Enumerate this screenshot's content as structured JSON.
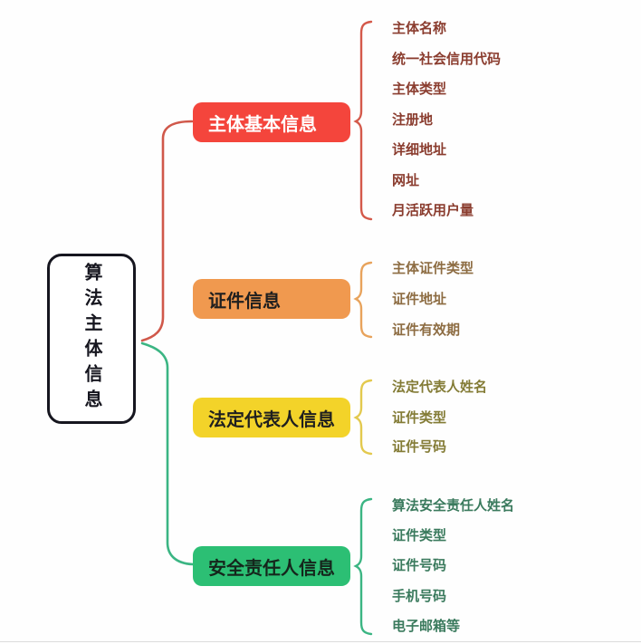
{
  "root": {
    "label": "算法主体信息",
    "border_color": "#16161f",
    "fill_color": "#ffffff"
  },
  "branches": [
    {
      "label": "主体基本信息",
      "box_color": "#f4453c",
      "label_color": "#ffffff",
      "line_color": "#d0584a",
      "children_color": "#8a3c2e",
      "children": [
        "主体名称",
        "统一社会信用代码",
        "主体类型",
        "注册地",
        "详细地址",
        "网址",
        "月活跃用户量"
      ]
    },
    {
      "label": "证件信息",
      "box_color": "#f0994f",
      "label_color": "#1f1f1f",
      "line_color": "#e8a35c",
      "children_color": "#8d6c42",
      "children": [
        "主体证件类型",
        "证件地址",
        "证件有效期"
      ]
    },
    {
      "label": "法定代表人信息",
      "box_color": "#f3d329",
      "label_color": "#1f1f1f",
      "line_color": "#e3c94e",
      "children_color": "#837b35",
      "children": [
        "法定代表人姓名",
        "证件类型",
        "证件号码"
      ]
    },
    {
      "label": "安全责任人信息",
      "box_color": "#2cbf74",
      "label_color": "#15261c",
      "line_color": "#3bb583",
      "children_color": "#3a7a5d",
      "children": [
        "算法安全责任人姓名",
        "证件类型",
        "证件号码",
        "手机号码",
        "电子邮箱等"
      ]
    }
  ]
}
